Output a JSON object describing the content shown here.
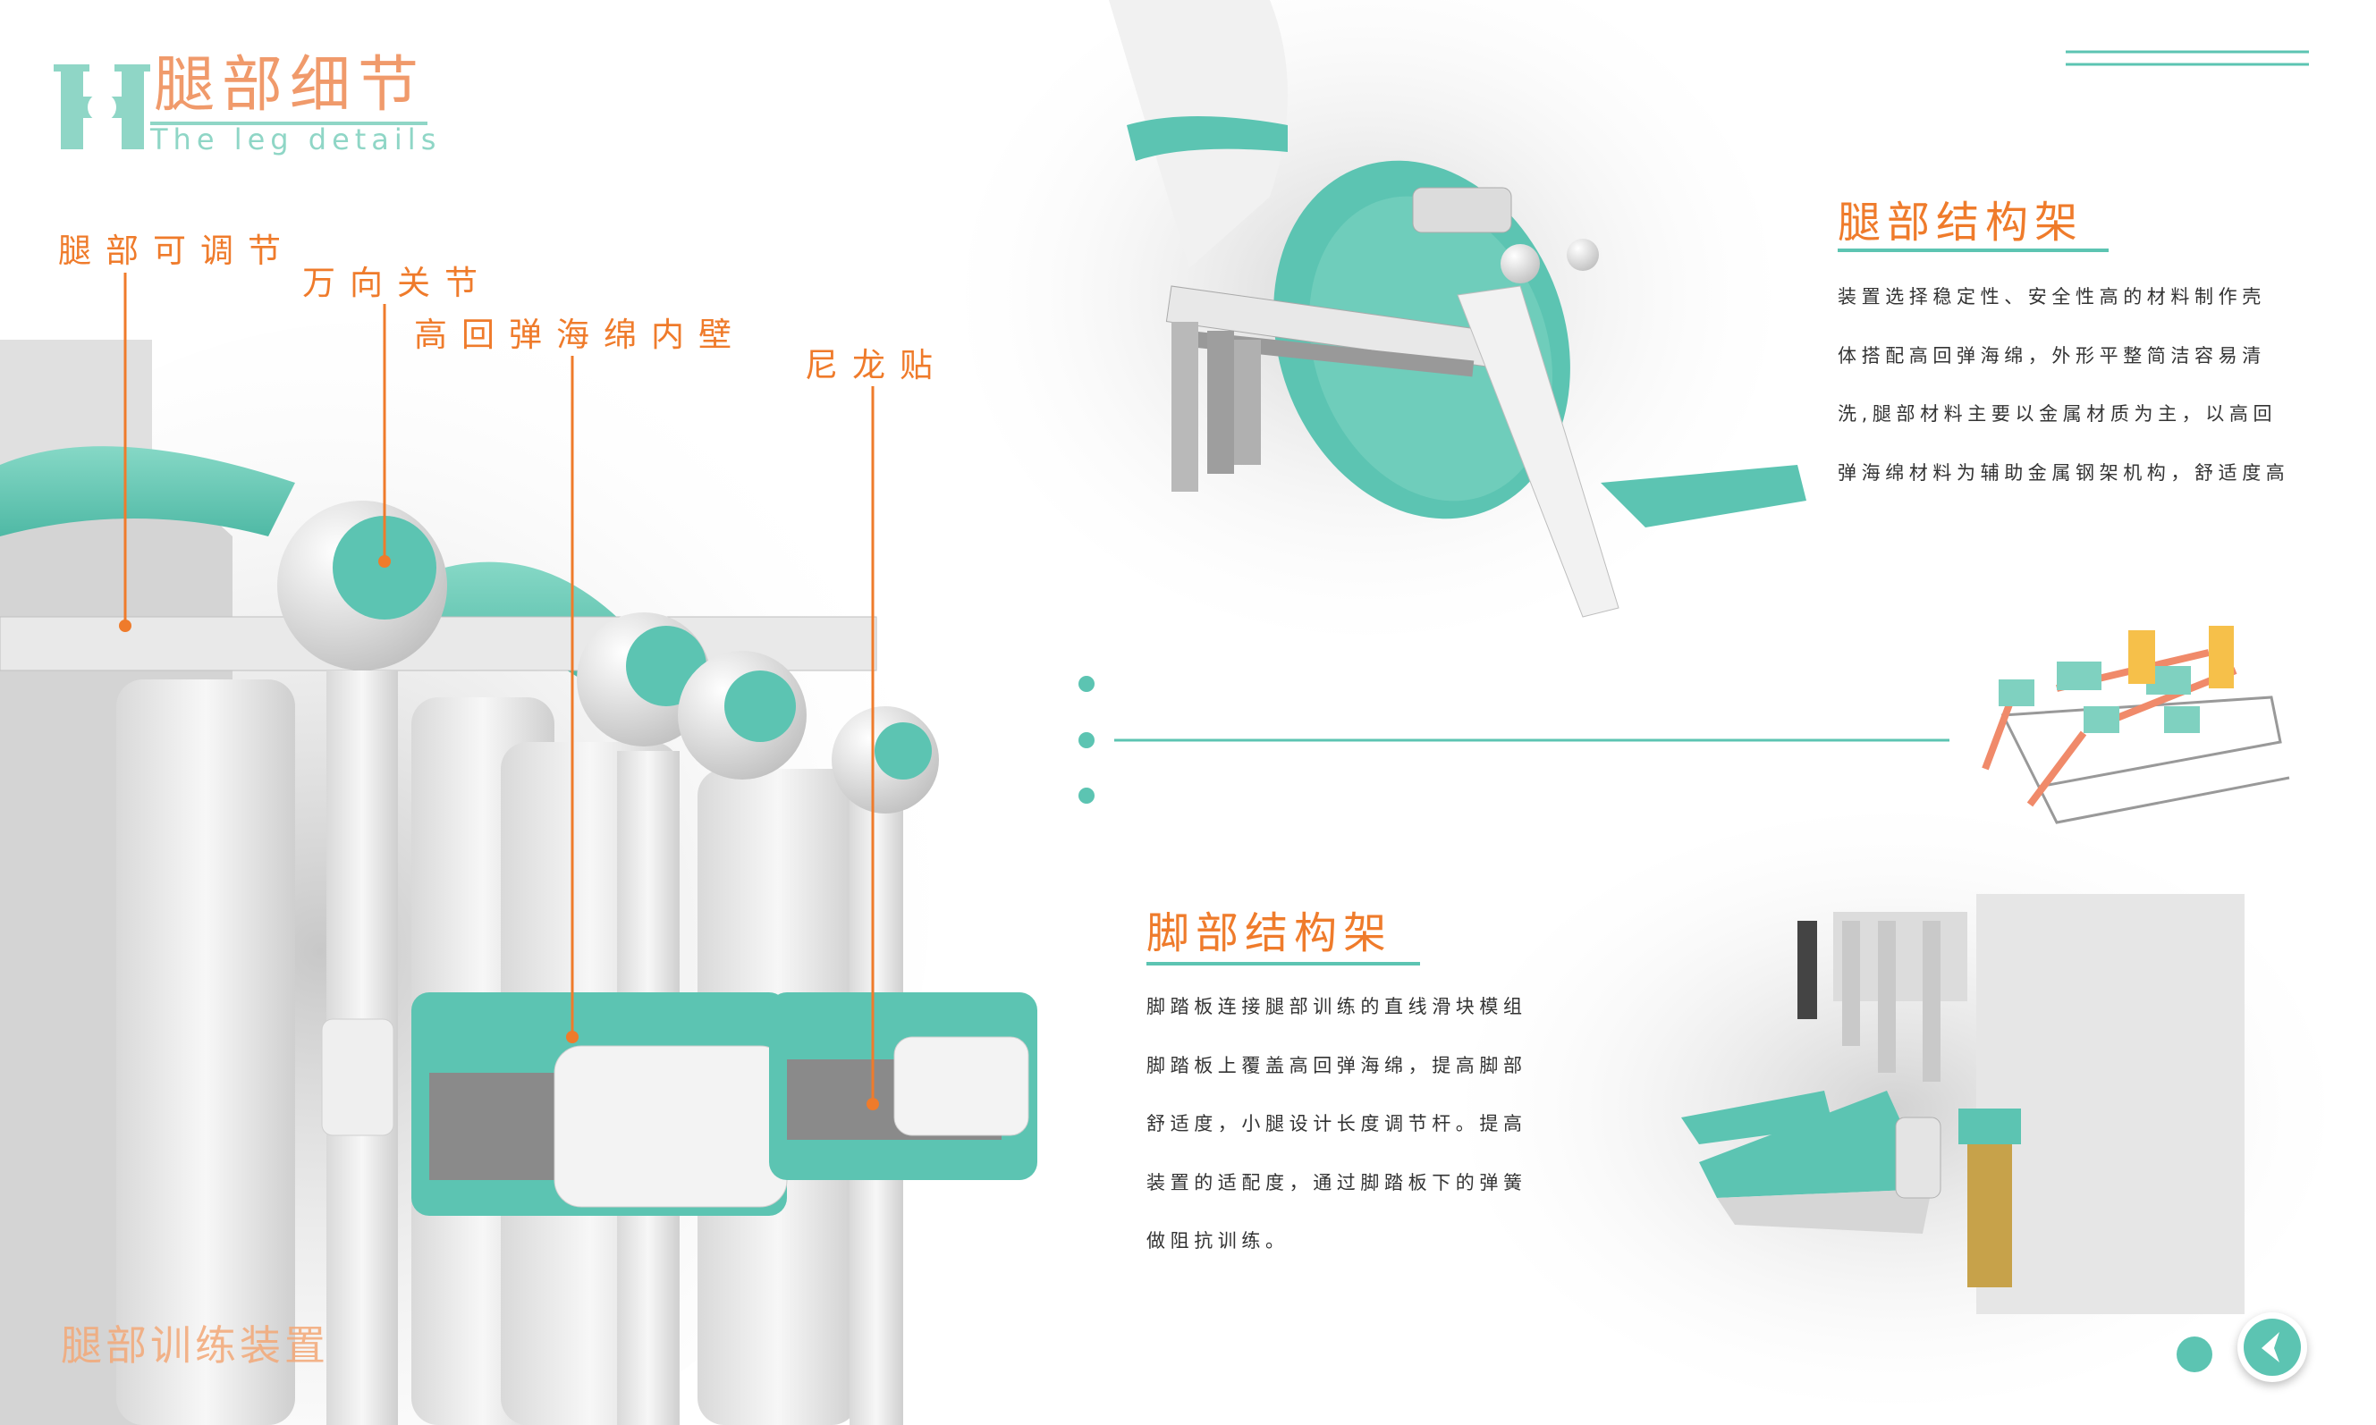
{
  "header": {
    "title_cn": "腿部细节",
    "title_en": "The leg details"
  },
  "callouts": [
    {
      "text": "腿部可调节"
    },
    {
      "text": "万向关节"
    },
    {
      "text": "高回弹海绵内壁"
    },
    {
      "text": "尼龙贴"
    }
  ],
  "bottom_title": "腿部训练装置",
  "leg_frame": {
    "title": "腿部结构架",
    "lines": [
      "装置选择稳定性、安全性高的材料制作壳",
      "体搭配高回弹海绵，外形平整简洁容易清",
      "洗,腿部材料主要以金属材质为主，以高回",
      "弹海绵材料为辅助金属钢架机构，舒适度高"
    ]
  },
  "foot_frame": {
    "title": "脚部结构架",
    "lines": [
      "脚踏板连接腿部训练的直线滑块模组",
      "脚踏板上覆盖高回弹海绵，提高脚部",
      "舒适度，小腿设计长度调节杆。提高",
      "装置的适配度，通过脚踏板下的弹簧",
      "做阻抗训练。"
    ]
  },
  "colors": {
    "accent_teal": "#5cc4b2",
    "accent_orange": "#ef7b2b",
    "body_text": "#333333"
  },
  "icons": {
    "logo": "h-knee-logo-icon",
    "back": "back-arrow-icon"
  }
}
